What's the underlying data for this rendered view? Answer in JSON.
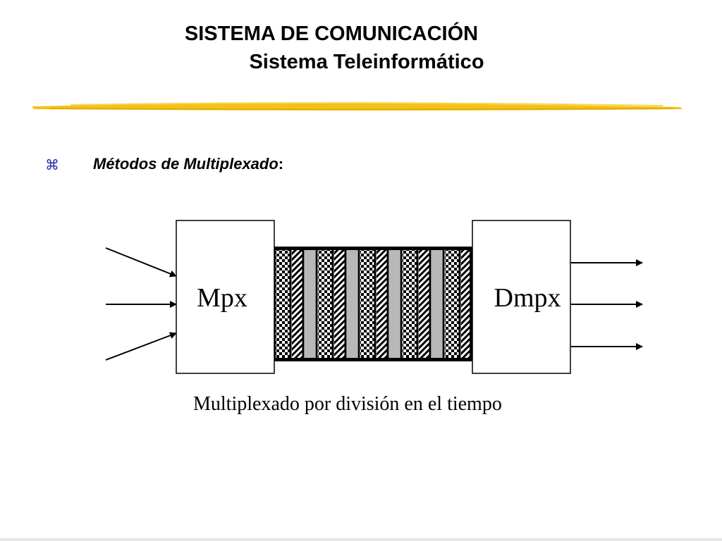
{
  "slide": {
    "title_line1": "SISTEMA DE COMUNICACIÓN",
    "title_line2": "Sistema Teleinformático",
    "bullet_symbol": "⌘",
    "heading": "Métodos de Multiplexado",
    "heading_suffix": ":",
    "mux_label": "Mpx",
    "demux_label": "Dmpx",
    "caption": "Multiplexado por división en el tiempo"
  },
  "colors": {
    "underline": "#f2c21b",
    "bullet": "#2a2aa8"
  }
}
